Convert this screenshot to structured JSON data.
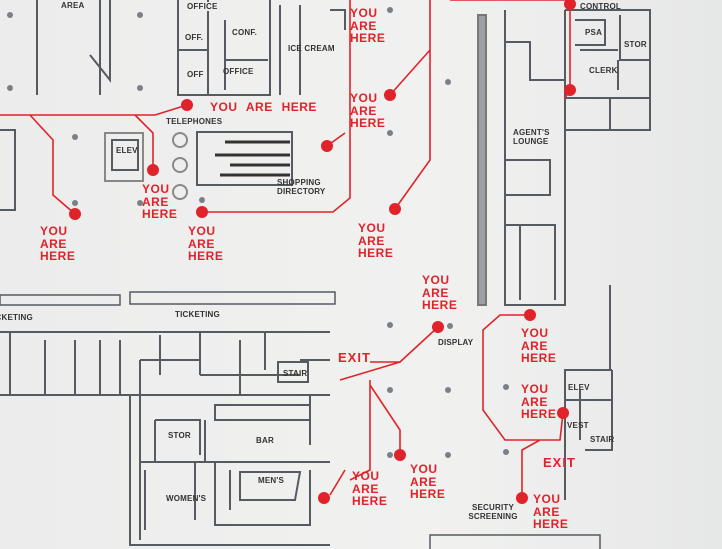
{
  "colors": {
    "route": "#e0232a",
    "wall": "#555b60",
    "background": "#eeeeee"
  },
  "rooms": {
    "area": "AREA",
    "office_top": "OFFICE",
    "off1": "OFF.",
    "conf": "CONF.",
    "off2": "OFF",
    "office2": "OFFICE",
    "ice_cream": "ICE CREAM",
    "control": "CONTROL",
    "psa": "PSA",
    "stor_top": "STOR",
    "clerk": "CLERK",
    "telephones": "TELEPHONES",
    "elev_left": "ELEV",
    "shopping_directory": "SHOPPING DIRECTORY",
    "agents_lounge": "AGENT'S LOUNGE",
    "ticketing_left": "TICKETING",
    "ticketing": "TICKETING",
    "display": "DISPLAY",
    "stair_left": "STAIR",
    "stor_bottom": "STOR",
    "bar": "BAR",
    "mens": "MEN'S",
    "womens": "WOMEN'S",
    "elev_right": "ELEV",
    "vest": "VEST",
    "stair_right": "STAIR",
    "security_screening": "SECURITY SCREENING"
  },
  "exits": [
    "EXIT",
    "EXIT"
  ],
  "markers": [
    "YOU ARE HERE",
    "YOU ARE HERE",
    "YOU ARE HERE",
    "YOU ARE HERE",
    "YOU ARE HERE",
    "YOU ARE HERE",
    "YOU ARE HERE",
    "YOU ARE HERE",
    "YOU ARE HERE",
    "YOU ARE HERE",
    "YOU ARE HERE",
    "YOU ARE HERE",
    "YOU ARE HERE"
  ]
}
